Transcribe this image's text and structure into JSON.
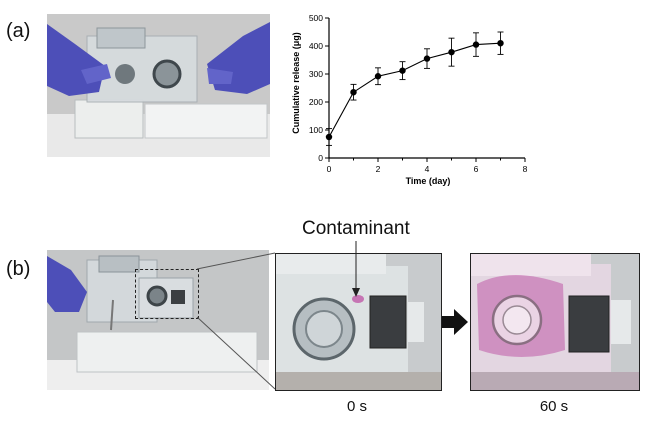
{
  "panel_a": {
    "label": "(a)",
    "chart_data": {
      "type": "line",
      "xlabel": "Time (day)",
      "ylabel": "Cumulative release (μg)",
      "xlim": [
        0,
        8
      ],
      "ylim": [
        0,
        500
      ],
      "xticks": [
        0,
        2,
        4,
        6,
        8
      ],
      "yticks": [
        0,
        100,
        200,
        300,
        400,
        500
      ],
      "x": [
        0,
        1,
        2,
        3,
        4,
        5,
        6,
        7
      ],
      "y": [
        75,
        235,
        292,
        312,
        355,
        378,
        405,
        410
      ],
      "err": [
        30,
        28,
        30,
        32,
        35,
        50,
        42,
        40
      ],
      "grid": false,
      "marker": "filled-circle",
      "color": "#000000"
    }
  },
  "panel_b": {
    "label": "(b)",
    "annotation": "Contaminant",
    "caption_left": "0 s",
    "caption_right": "60 s"
  },
  "colors": {
    "glove": "#4d4fb8",
    "stain": "#c05aa8",
    "device": "#dfe4e6"
  }
}
